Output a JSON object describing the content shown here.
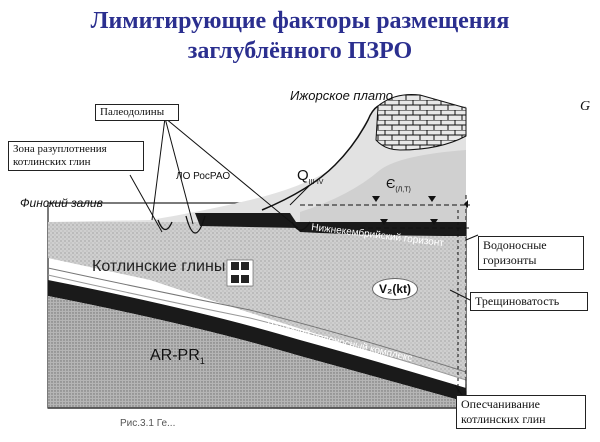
{
  "title": {
    "line1": "Лимитирующие факторы размещения",
    "line2": "заглублённого ПЗРО"
  },
  "labels": {
    "izhora_plateau": "Ижорское плато",
    "paleovalleys": "Палеодолины",
    "decompaction_zone_line1": "Зона разуплотнения",
    "decompaction_zone_line2": "котлинских глин",
    "lo_rosrao": "ЛО РосРАО",
    "quaternary": "Q",
    "quaternary_sub": "III-IV",
    "cambrian": "Є",
    "cambrian_sub": "(Л,Т)",
    "finnish_gulf": "Финский залив",
    "lower_cambrian_horizon": "Нижнекембрийский горизонт",
    "kotlin_clays": "Котлинские глины",
    "vendian": "V₂(kt)",
    "aquifers_line1": "Водоносные",
    "aquifers_line2": "горизонты",
    "fracturing": "Трещиноватость",
    "ar_pr": "AR-PR",
    "ar_pr_sub": "1",
    "vendian_aquifer": "Вендский водоносный комплекс",
    "sanding_line1": "Опесчанивание",
    "sanding_line2": "котлинских глин",
    "caption_fragment": "Рис.3.1 Ге..."
  },
  "icons": {
    "radiation": "radiation-trefoil-icon",
    "water_table": "water-table-triangle-icon",
    "corner_mark": "corner-mark-icon"
  },
  "colors": {
    "title": "#2b2f8f",
    "ink": "#111111",
    "clay": "#d9d9d9",
    "dark_band": "#1a1a1a"
  }
}
